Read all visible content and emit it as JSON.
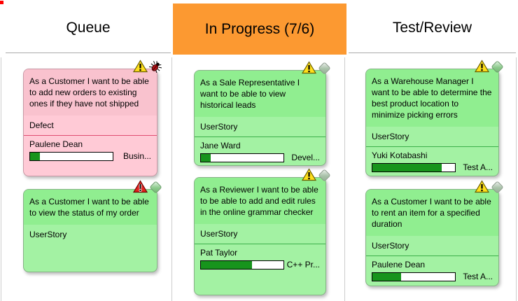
{
  "board": {
    "marker_color": "#FF0000",
    "columns": [
      {
        "header": {
          "label": "Queue",
          "highlighted": false
        },
        "cards": [
          {
            "title": "As a Customer I want to be able to add new orders to existing ones if they have not shipped",
            "type": "Defect",
            "assignee": "Paulene Dean",
            "progress_percent": 12,
            "progress_label": "Busin...",
            "icons": [
              "warning-icon",
              "bug-icon"
            ],
            "card_color": "pink"
          },
          {
            "title": "As a Customer I want to be able to view the status of my order",
            "type": "UserStory",
            "icons": [
              "alert-red-icon",
              "resource-icon"
            ],
            "card_color": "green"
          }
        ]
      },
      {
        "header": {
          "label": "In Progress (7/6)",
          "highlighted": true
        },
        "cards": [
          {
            "title": "As a Sale Representative I want to be able to view historical leads",
            "type": "UserStory",
            "assignee": "Jane Ward",
            "progress_percent": 12,
            "progress_label": "Devel...",
            "icons": [
              "warning-icon",
              "resource-icon"
            ],
            "card_color": "green"
          },
          {
            "title": "As a Reviewer I want to be able to be able to add and edit rules in the online grammar checker",
            "type": "UserStory",
            "assignee": "Pat Taylor",
            "progress_percent": 62,
            "progress_label": "C++ Pr...",
            "icons": [
              "warning-icon",
              "resource-icon"
            ],
            "card_color": "green"
          }
        ]
      },
      {
        "header": {
          "label": "Test/Review",
          "highlighted": false
        },
        "cards": [
          {
            "title": "As a Warehouse Manager I want to be able to determine the best product location to minimize picking errors",
            "type": "UserStory",
            "assignee": "Yuki Kotabashi",
            "progress_percent": 84,
            "progress_label": "Test A...",
            "icons": [
              "warning-icon",
              "resource-icon"
            ],
            "card_color": "green"
          },
          {
            "title": "As a Customer I want to be able to rent an item for a specified duration",
            "type": "UserStory",
            "assignee": "Paulene Dean",
            "progress_percent": 35,
            "progress_label": "Test A...",
            "icons": [
              "warning-icon",
              "resource-icon"
            ],
            "card_color": "green"
          }
        ]
      }
    ],
    "colors": {
      "column_highlight": "#FC9931",
      "card_green_body": "#A3F2A3",
      "card_green_title": "#90EE90",
      "card_pink_body": "#FFCAD6",
      "card_pink_title": "#F9C2CE",
      "green_divider": "#3DB04A",
      "pink_divider": "#E04E72",
      "progress_fill": "#17941C",
      "lane_line": "#CDCDCD"
    }
  }
}
